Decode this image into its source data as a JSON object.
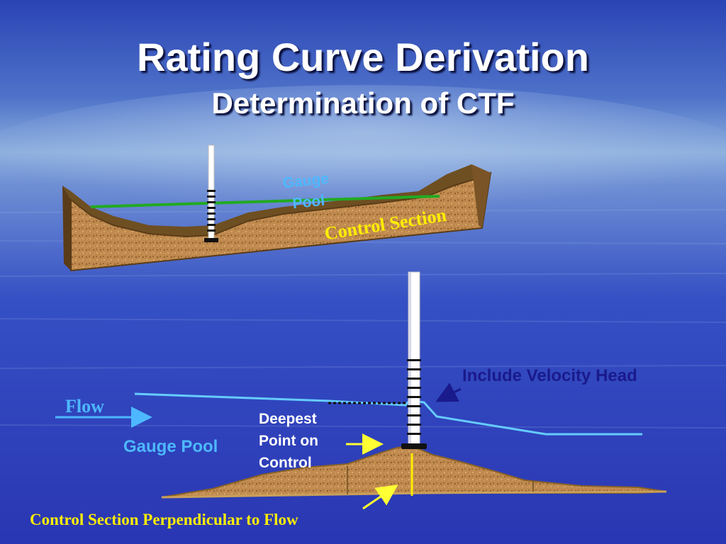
{
  "slide": {
    "title": "Rating Curve Derivation",
    "subtitle": "Determination of CTF"
  },
  "top_diagram": {
    "gauge_pool_line1": "Gauge",
    "gauge_pool_line2": "Pool",
    "control_section": "Control Section"
  },
  "bottom_diagram": {
    "include_velocity_head": "Include Velocity Head",
    "flow": "Flow",
    "gauge_pool": "Gauge Pool",
    "deepest_line1": "Deepest",
    "deepest_line2": "Point on",
    "deepest_line3": "Control",
    "control_perpendicular": "Control Section Perpendicular to Flow"
  },
  "colors": {
    "title": "#ffffff",
    "water_line": "#66ccff",
    "gauge_pool_label": "#4db8ff",
    "control_section_label": "#ffee00",
    "velocity_head_label": "#1a1a8c",
    "pointer_arrow": "#ffff33",
    "soil": "#b07a3e",
    "green_level": "#22aa22"
  }
}
